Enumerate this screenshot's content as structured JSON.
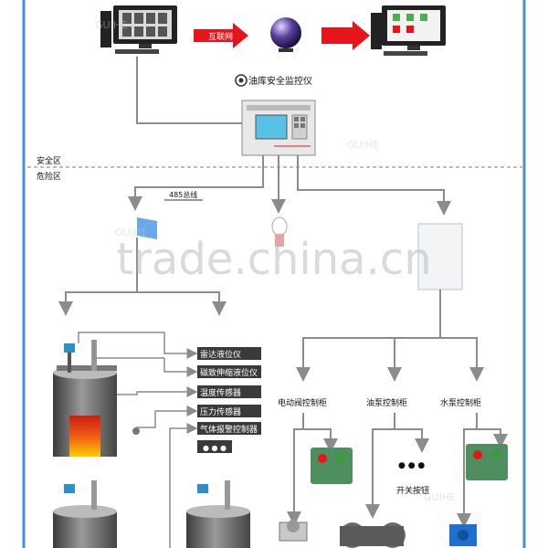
{
  "zones": {
    "safe": "安全区",
    "danger": "危险区"
  },
  "internet_label": "互联网",
  "monitor_title": "油库安全监控仪",
  "bus_label": "485总线",
  "sensors": [
    "雷达液位仪",
    "磁致伸缩液位仪",
    "温度传感器",
    "压力传感器",
    "气体报警控制器"
  ],
  "ellipsis": "● ● ●",
  "controllers": [
    "电动阀控制柜",
    "油泵控制柜",
    "水泵控制柜"
  ],
  "switch_label": "开关按钮",
  "dots": "● ● ●",
  "watermark_brand": "GUIHE",
  "watermark_site": "trade.china.cn",
  "colors": {
    "frame": "#4a90d9",
    "arrow": "#e8141b",
    "line": "#8c8c8c",
    "fire": "#f05a16",
    "dashed": "#7a7a7a"
  }
}
